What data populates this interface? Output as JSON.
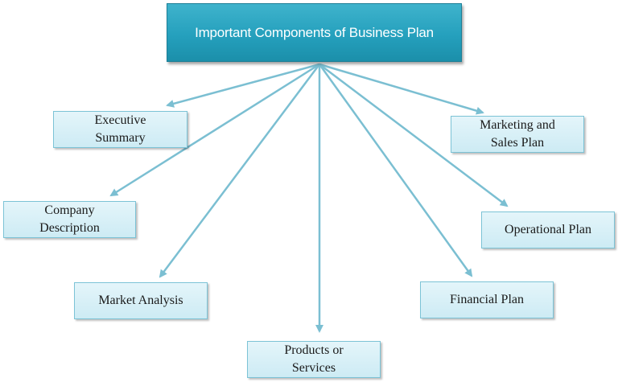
{
  "diagram": {
    "root": {
      "label": "Important Components of Business Plan"
    },
    "components": [
      {
        "id": "executive-summary",
        "lines": [
          "Executive",
          "Summary"
        ]
      },
      {
        "id": "company-description",
        "lines": [
          "Company",
          "Description"
        ]
      },
      {
        "id": "market-analysis",
        "lines": [
          "Market Analysis"
        ]
      },
      {
        "id": "products-or-services",
        "lines": [
          "Products or",
          "Services"
        ]
      },
      {
        "id": "financial-plan",
        "lines": [
          "Financial Plan"
        ]
      },
      {
        "id": "operational-plan",
        "lines": [
          "Operational Plan"
        ]
      },
      {
        "id": "marketing-and-sales-plan",
        "lines": [
          "Marketing and",
          "Sales Plan"
        ]
      }
    ],
    "colors": {
      "root_fill": "#25a0bd",
      "node_fill": "#d6eff6",
      "node_border": "#7cc3d6",
      "arrow": "#7bbfd2"
    }
  }
}
